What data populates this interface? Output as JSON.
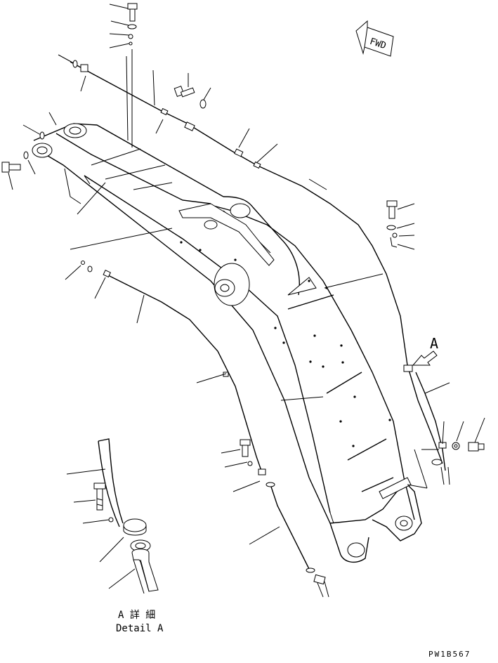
{
  "direction_arrow": {
    "label": "FWD"
  },
  "view_marker": {
    "label": "A"
  },
  "detail": {
    "title_ja": "A 詳 細",
    "title_en": "Detail A"
  },
  "drawing_code": "PW1B567"
}
